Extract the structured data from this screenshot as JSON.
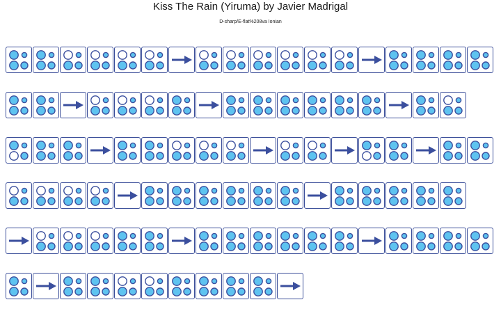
{
  "header": {
    "title": "Kiss The Rain (Yiruma) by Javier Madrigal",
    "subtitle": "D-sharp/E-flat%208va Ionian"
  },
  "colors": {
    "hole_filled": "#5ec3f0",
    "hole_border": "#3b4f9e",
    "arrow": "#3b4f9e",
    "cell_border": "#3c4f9a"
  },
  "legend": {
    "cell_code": "4 characters = holes top-left, top-right, bottom-left, bottom-right; 1 = filled, 0 = open; '>' = arrow cell"
  },
  "tab_rows": [
    [
      "1111",
      "1111",
      "0111",
      "0111",
      "0111",
      "0111",
      ">",
      "0111",
      "0111",
      "0111",
      "0111",
      "0111",
      "0111",
      ">",
      "1111",
      "1111",
      "1111",
      "1111"
    ],
    [
      "1111",
      "1111",
      ">",
      "0111",
      "0111",
      "0111",
      "1111",
      ">",
      "1111",
      "1111",
      "1111",
      "1111",
      "1111",
      "1111",
      ">",
      "1111",
      "0111"
    ],
    [
      "1101",
      "1111",
      "1111",
      ">",
      "1111",
      "1111",
      "0111",
      "0111",
      "0111",
      ">",
      "0111",
      "0111",
      ">",
      "1101",
      "1111",
      ">",
      "1111",
      "1111"
    ],
    [
      "0111",
      "0111",
      "0111",
      "0111",
      ">",
      "1111",
      "1111",
      "1111",
      "1111",
      "1111",
      "1111",
      ">",
      "1111",
      "1111",
      "1111",
      "1111",
      "1111"
    ],
    [
      ">",
      "0111",
      "0111",
      "0111",
      "1111",
      "1111",
      ">",
      "1111",
      "1111",
      "1111",
      "1111",
      "1111",
      "1111",
      ">",
      "1111",
      "1111",
      "1111",
      "1111"
    ],
    [
      "1111",
      ">",
      "1111",
      "1111",
      "0111",
      "0111",
      "1111",
      "1111",
      "1111",
      "1111",
      ">"
    ]
  ]
}
